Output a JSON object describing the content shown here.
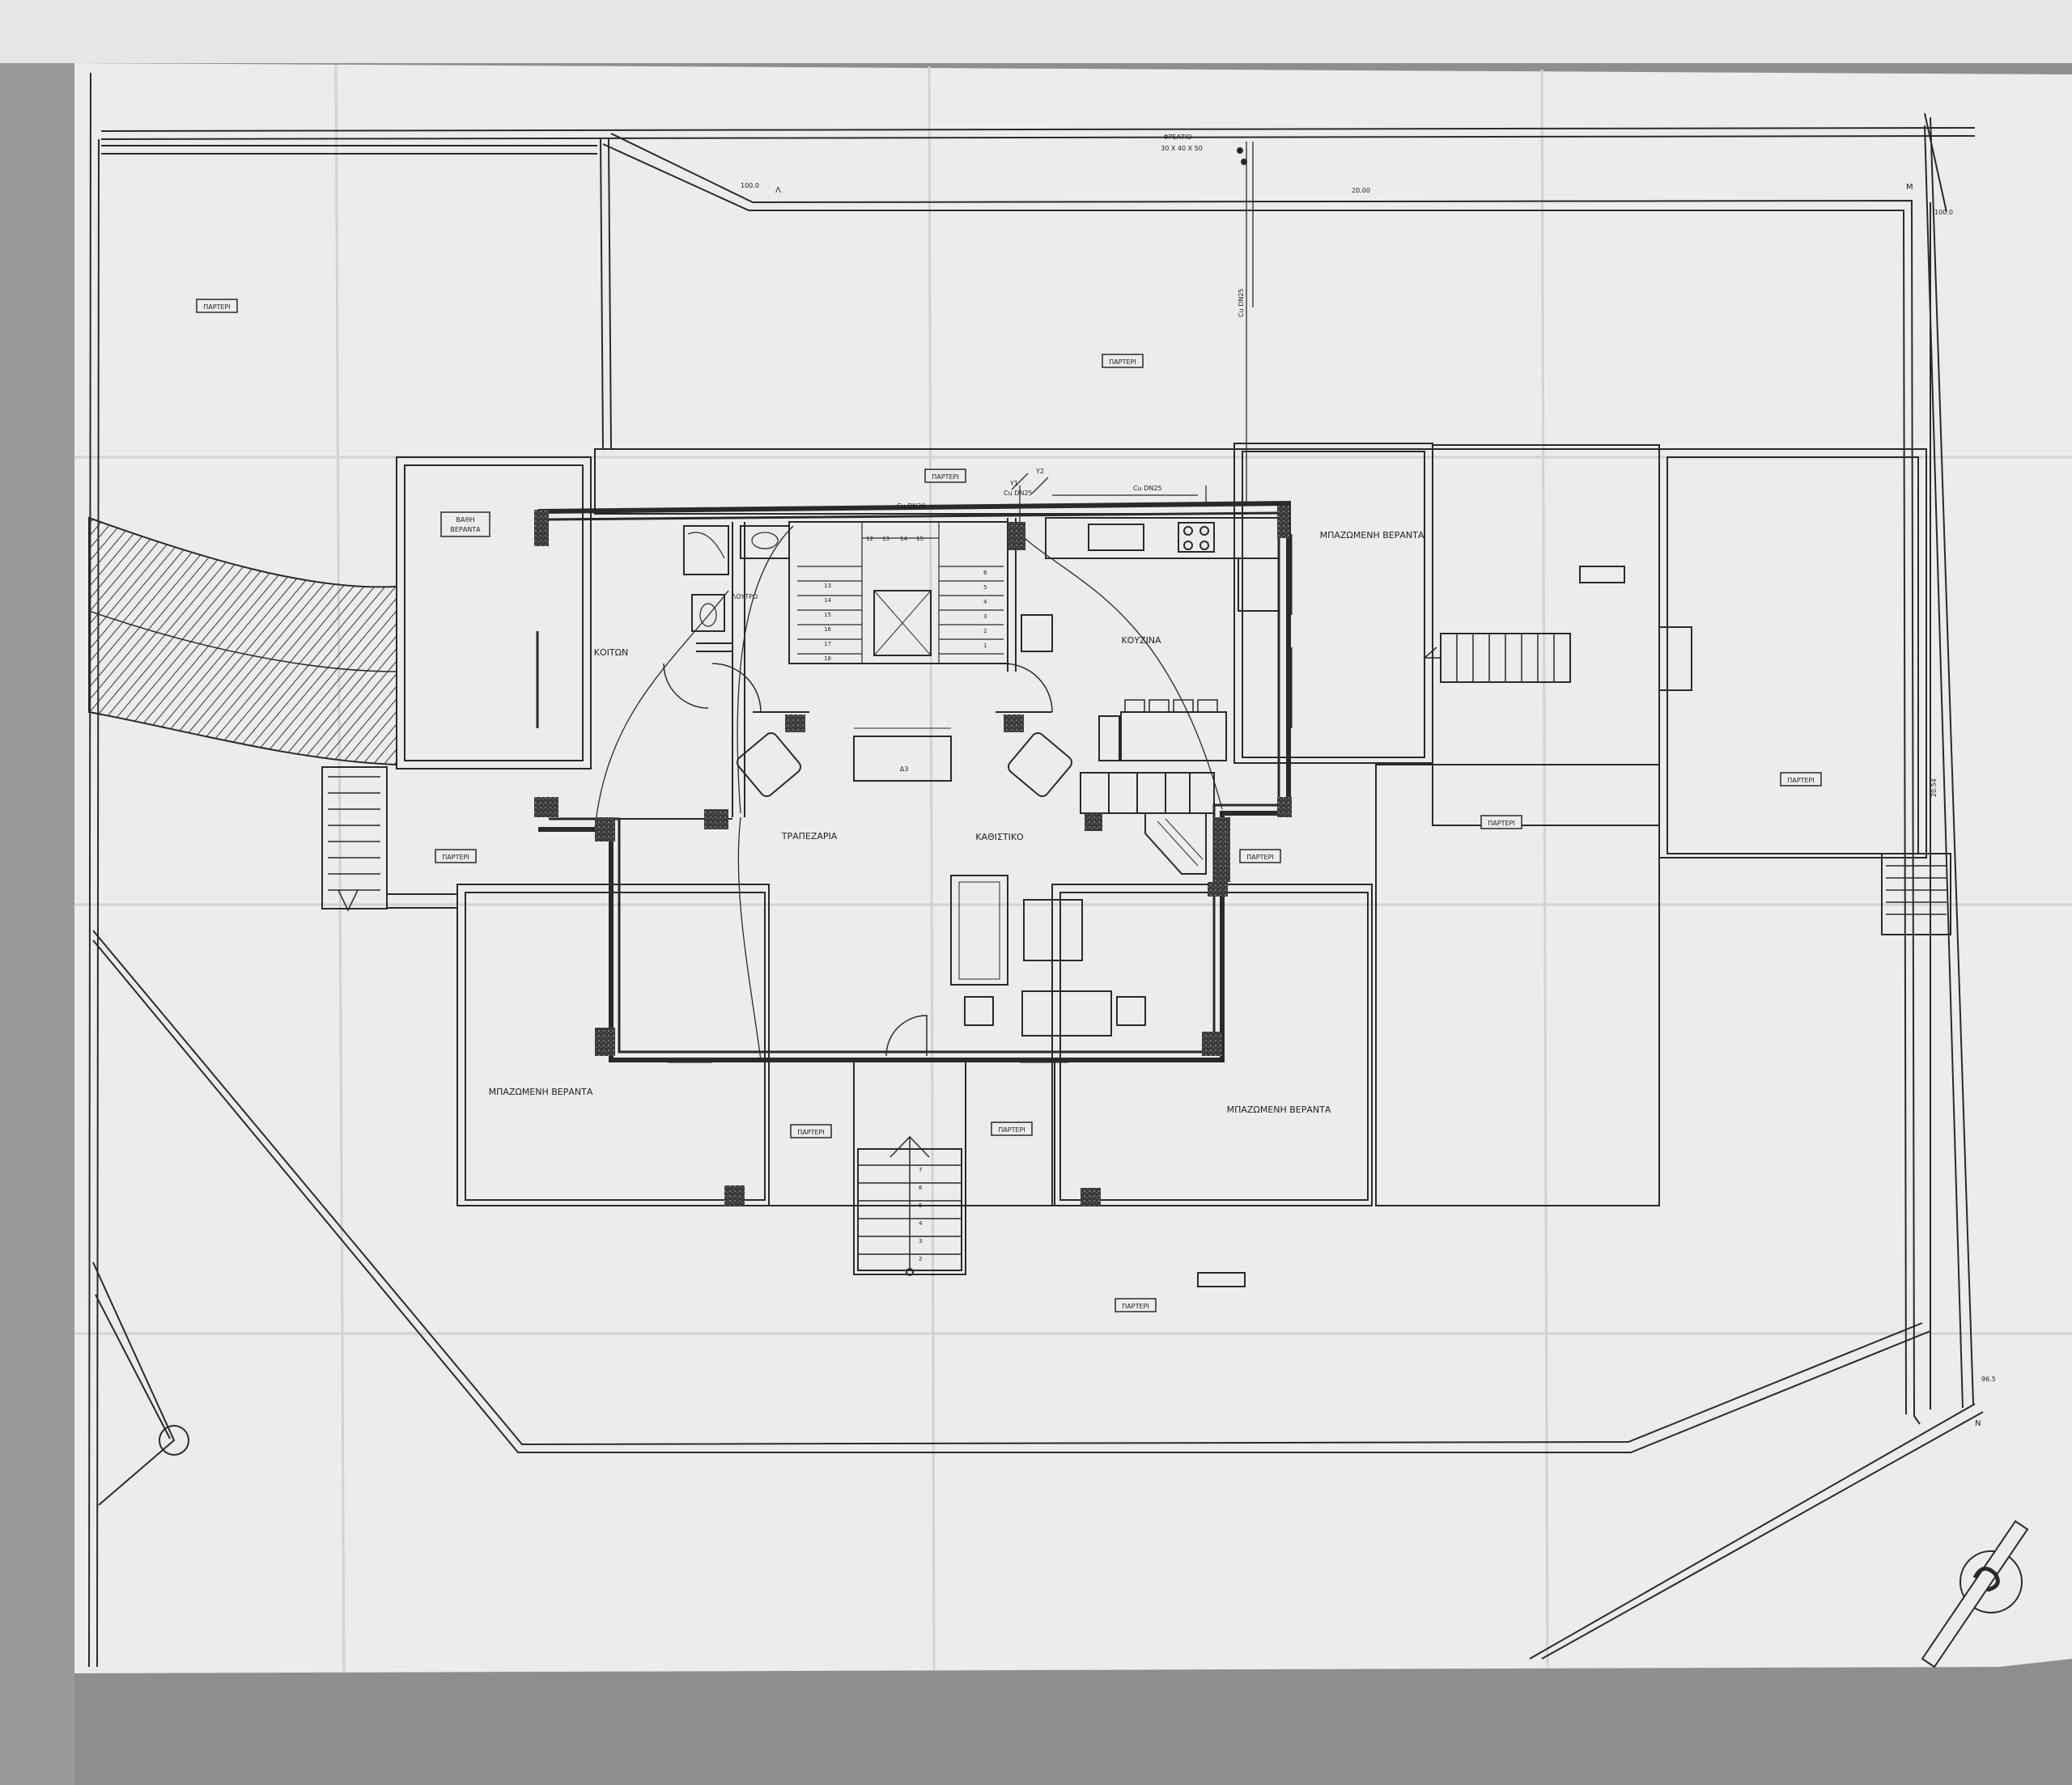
{
  "labels": {
    "parteri": "ΠΑΡΤΕΡΙ",
    "bathi_veranta_l1": "ΒΑΘΗ",
    "bathi_veranta_l2": "ΒΕΡΑΝΤΑ",
    "koiton": "ΚΟΙΤΩΝ",
    "loutro": "ΛΟΥΤΡΟ",
    "kouzina": "ΚΟΥΖΙΝΑ",
    "trapezaria": "ΤΡΑΠΕΖΑΡΙΑ",
    "kathistiko": "ΚΑΘΙΣΤΙΚΟ",
    "bazomeni_veranta": "ΜΠΑΖΩΜΕΝΗ ΒΕΡΑΝΤΑ",
    "d3": "Δ3",
    "freatio": "ΦΡΕΑΤΙΟ",
    "freatio_dims": "30 X 40 X 50",
    "cu_dn25": "Cu DN25",
    "cu_dn20": "Cu DN20",
    "y1": "Y1",
    "y2": "Y2",
    "elev_100_left": "100.0",
    "elev_100_right": "100.0",
    "elev_965": "96.5",
    "dim_top": "20.00",
    "dim_right": "20.54",
    "point_l": "Λ",
    "point_m": "Μ",
    "point_n": "Ν"
  }
}
